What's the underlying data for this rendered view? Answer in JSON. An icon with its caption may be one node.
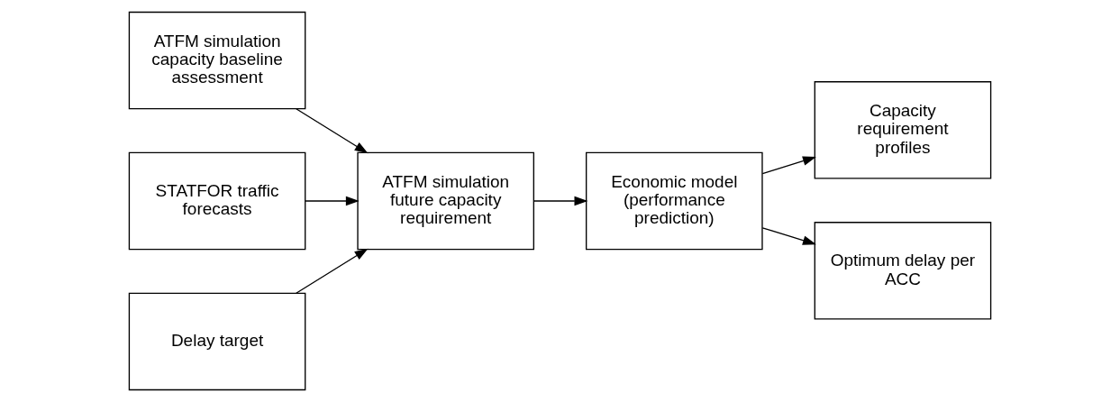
{
  "diagram": {
    "nodes": [
      {
        "text": [
          "ATFM simulation capacity baseline assessment"
        ]
      },
      {
        "text": [
          "ATFM simulation future capacity requirement"
        ]
      },
      {
        "text": [
          "Economic model (performance prediction)"
        ]
      },
      {
        "text": [
          "Capacity requirement profiles"
        ]
      },
      {
        "text": [
          "STATFOR traffic forecasts"
        ]
      },
      {
        "text": [
          "Delay target"
        ]
      },
      {
        "text": [
          "Optimum delay per ACC"
        ]
      }
    ],
    "edges": [
      {
        "from": 0,
        "to": 1,
        "arrow": "to"
      },
      {
        "from": 4,
        "to": 1,
        "arrow": "to"
      },
      {
        "from": 5,
        "to": 1,
        "arrow": "to"
      },
      {
        "from": 1,
        "to": 2,
        "arrow": "to"
      },
      {
        "from": 2,
        "to": 3,
        "arrow": "to"
      },
      {
        "from": 2,
        "to": 6,
        "arrow": "to"
      }
    ]
  }
}
